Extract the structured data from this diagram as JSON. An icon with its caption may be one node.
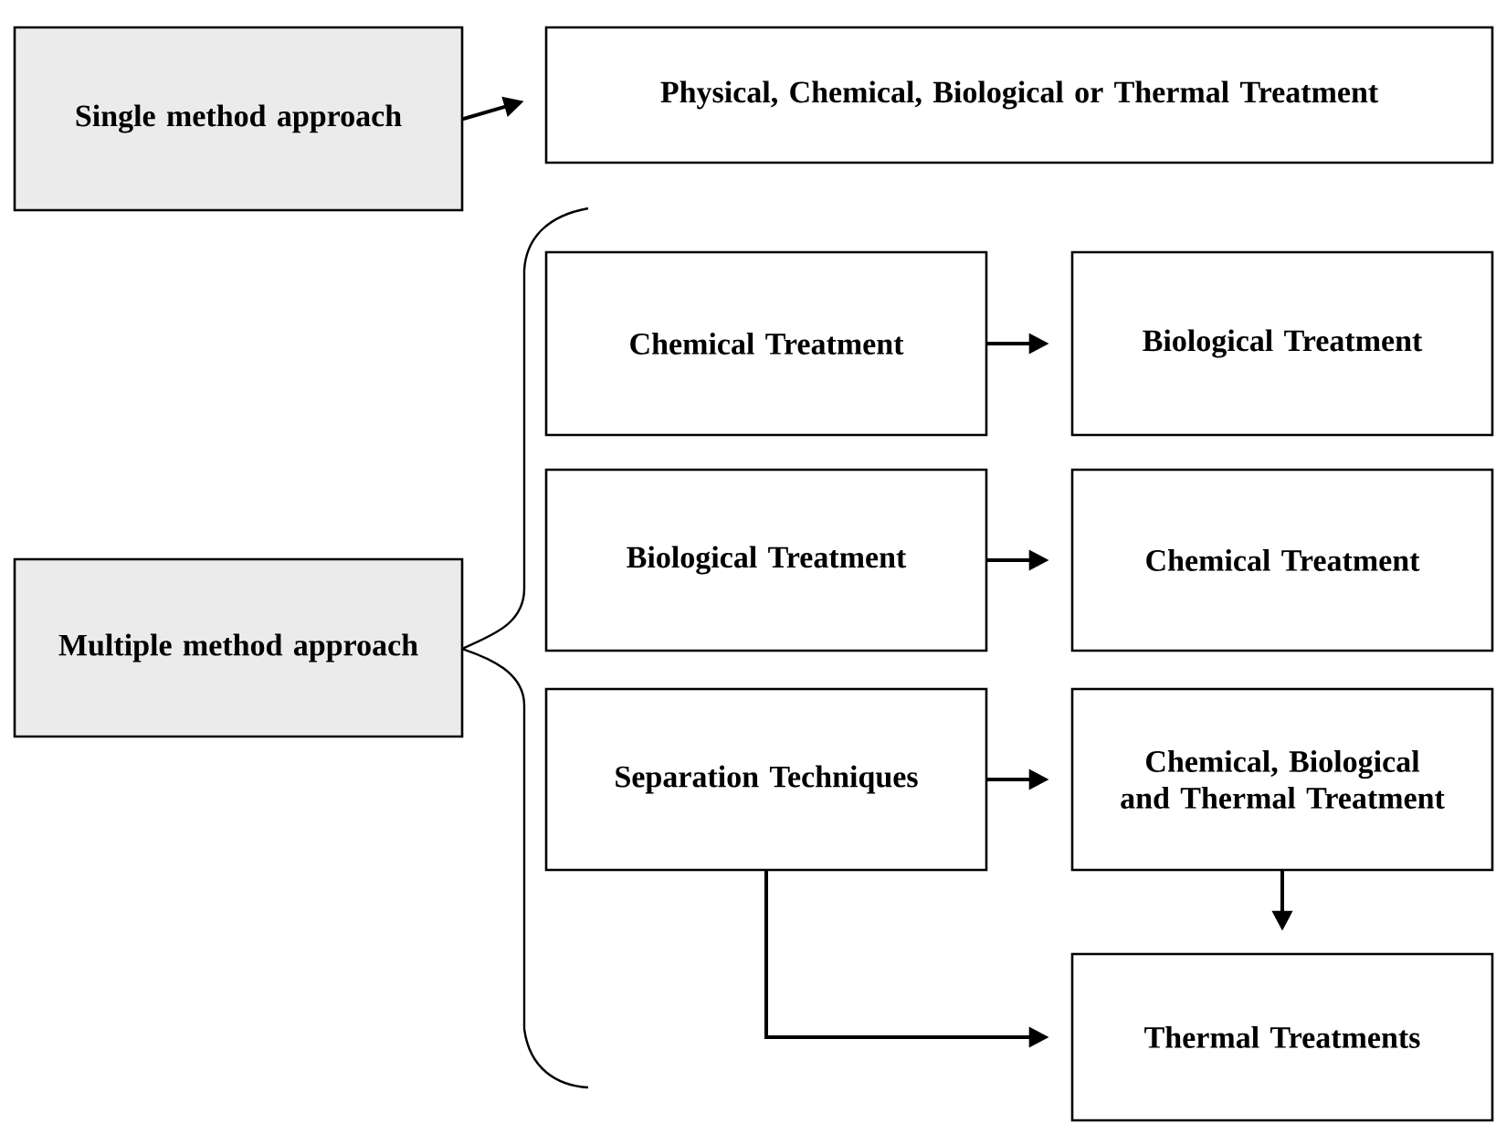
{
  "diagram": {
    "nodes": [
      {
        "text": [
          "Single method approach"
        ]
      },
      {
        "text": [
          "Physical, Chemical, Biological or Thermal Treatment"
        ]
      },
      {
        "text": [
          "Multiple method approach"
        ]
      },
      {
        "text": [
          "Chemical Treatment"
        ]
      },
      {
        "text": [
          "Biological Treatment"
        ]
      },
      {
        "text": [
          "Biological Treatment"
        ]
      },
      {
        "text": [
          "Chemical Treatment"
        ]
      },
      {
        "text": [
          "Separation Techniques"
        ]
      },
      {
        "text": [
          "Chemical, Biological and Thermal Treatment"
        ]
      },
      {
        "text": [
          "Thermal Treatments"
        ]
      }
    ],
    "edges": [
      {
        "from": 0,
        "to": 1,
        "arrow": "to"
      },
      {
        "from": 3,
        "to": 4,
        "arrow": "to"
      },
      {
        "from": 5,
        "to": 6,
        "arrow": "to"
      },
      {
        "from": 7,
        "to": 8,
        "arrow": "to"
      },
      {
        "from": 8,
        "to": 9,
        "arrow": "to"
      },
      {
        "from": 7,
        "to": 9,
        "arrow": "to"
      }
    ]
  }
}
